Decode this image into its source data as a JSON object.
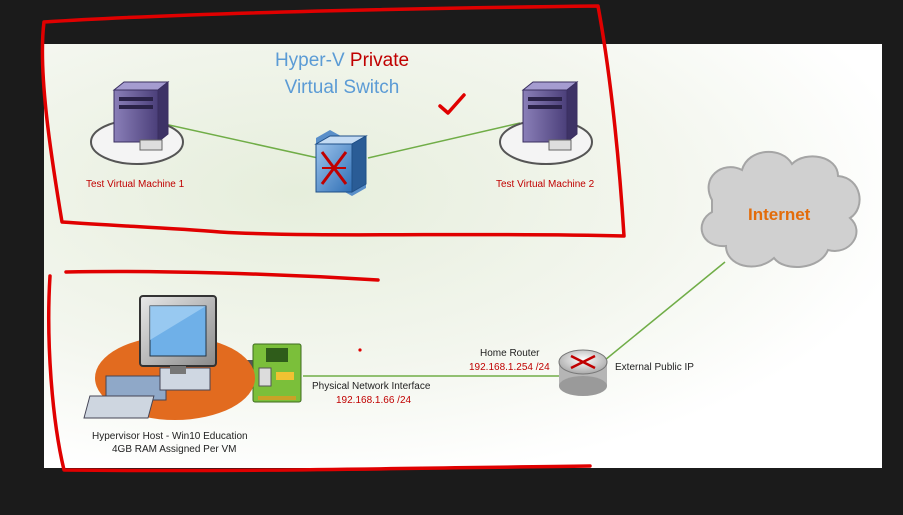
{
  "title": {
    "line1_part1": "Hyper-V",
    "line1_part2": "Private",
    "line2": "Virtual Switch"
  },
  "vm1": {
    "label": "Test Virtual Machine 1"
  },
  "vm2": {
    "label": "Test Virtual Machine 2"
  },
  "internet": {
    "label": "Internet"
  },
  "host": {
    "line1": "Hypervisor Host - Win10 Education",
    "line2": "4GB RAM Assigned Per VM"
  },
  "nic": {
    "label": "Physical Network Interface",
    "ip": "192.168.1.66 /24"
  },
  "router": {
    "label": "Home Router",
    "ip": "192.168.1.254 /24",
    "external": "External Public IP"
  },
  "colors": {
    "accent_blue": "#5b9bd5",
    "accent_red": "#c00000",
    "internet_orange": "#e36c0a",
    "link_green": "#70ad47",
    "annotation_red": "#e00000"
  }
}
